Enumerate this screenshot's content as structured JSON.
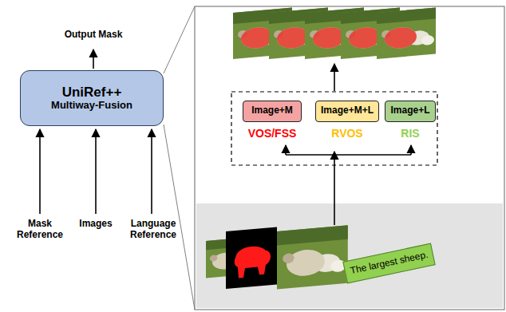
{
  "diagram": {
    "nodes": [
      {
        "text": [
          "UniRef++",
          "Multiway-Fusion"
        ]
      },
      {
        "text": [
          "Image+M"
        ]
      },
      {
        "text": [
          "Image+M+L"
        ]
      },
      {
        "text": [
          "Image+L"
        ]
      },
      {
        "text": [
          "The largest sheep."
        ]
      }
    ],
    "labels": [
      "Output Mask",
      "Mask Reference",
      "Images",
      "Language Reference",
      "VOS/FSS",
      "RVOS",
      "RIS"
    ]
  }
}
